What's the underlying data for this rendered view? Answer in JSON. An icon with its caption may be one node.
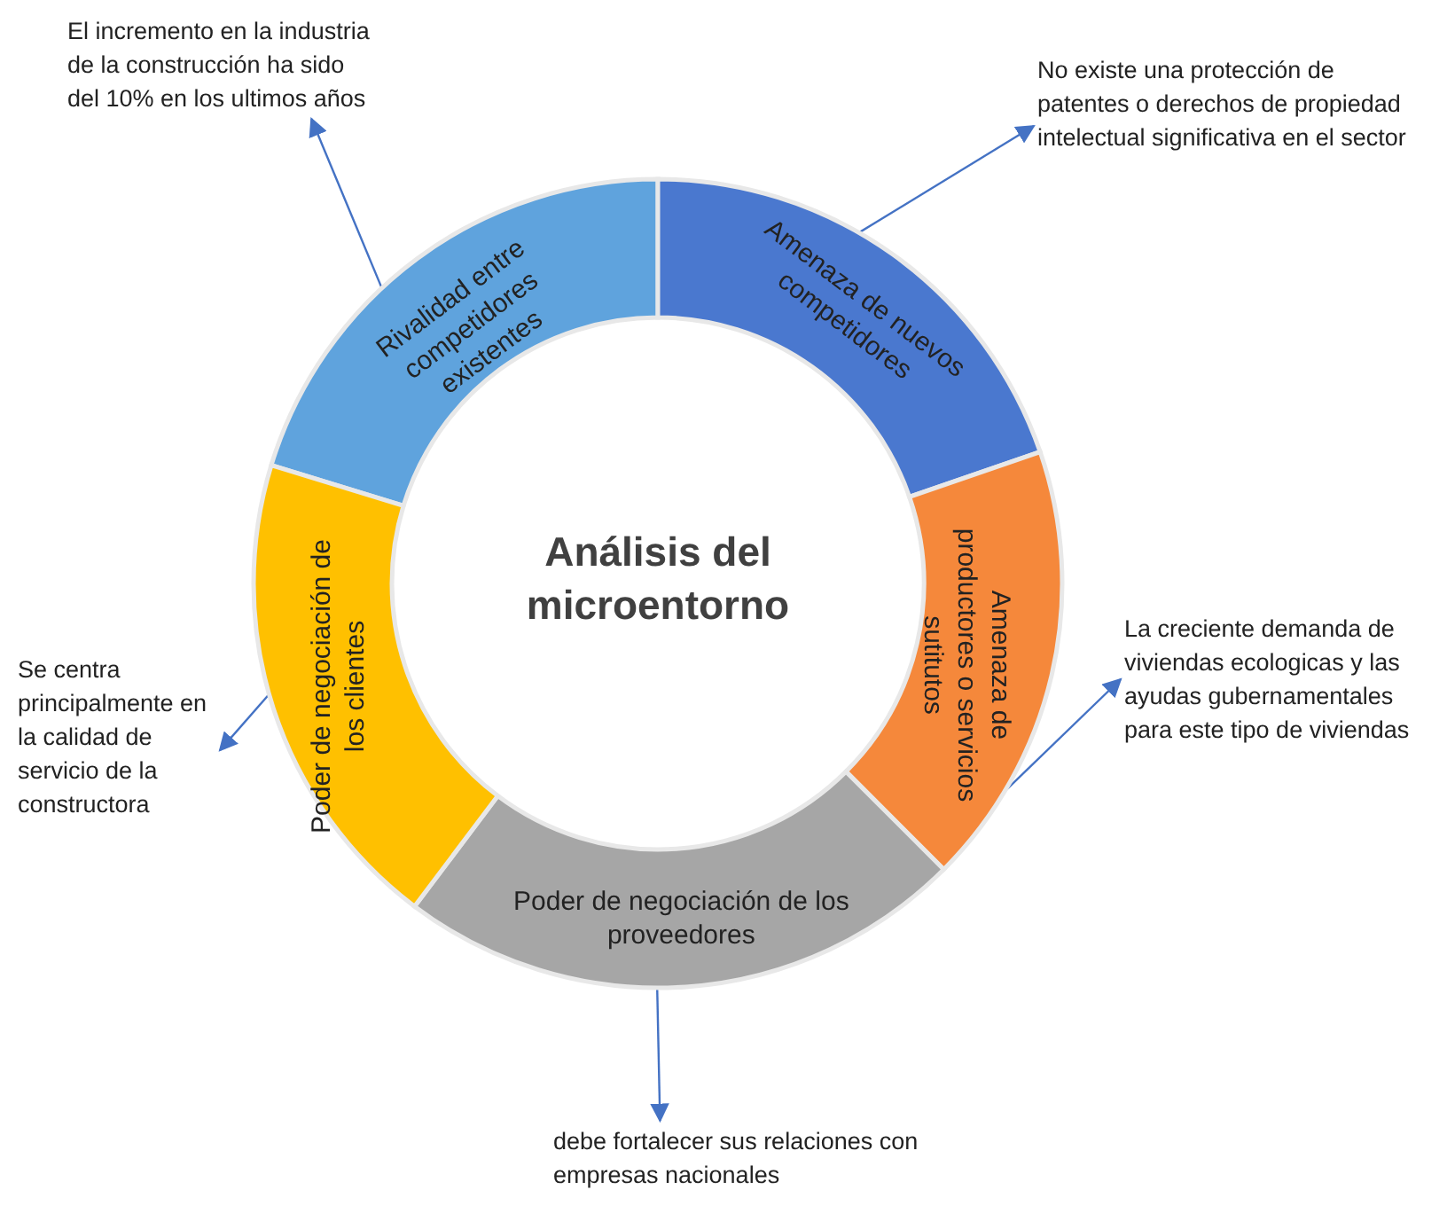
{
  "diagram": {
    "nodes": [
      {
        "text": [
          "Análisis del microentorno"
        ]
      },
      {
        "text": [
          "Rivalidad entre competidores existentes"
        ]
      },
      {
        "text": [
          "Amenaza de nuevos competidores"
        ]
      },
      {
        "text": [
          "Amenaza de productores o servicios sutitutos"
        ]
      },
      {
        "text": [
          "Poder de negociación de los proveedores"
        ]
      },
      {
        "text": [
          "Poder de negociación de los clientes"
        ]
      },
      {
        "text": [
          "El incremento en la industria de la construcción ha sido del 10% en los ultimos años"
        ]
      },
      {
        "text": [
          "No existe una protección de patentes o derechos de propiedad intelectual significativa en el sector"
        ]
      },
      {
        "text": [
          "La creciente demanda de viviendas ecologicas y las ayudas gubernamentales para este tipo de viviendas"
        ]
      },
      {
        "text": [
          "Se centra principalmente en la calidad de servicio de la constructora"
        ]
      },
      {
        "text": [
          "debe fortalecer sus relaciones con empresas nacionales"
        ]
      }
    ],
    "edges": [
      {
        "from": 1,
        "to": 6,
        "arrow": "to"
      },
      {
        "from": 2,
        "to": 7,
        "arrow": "to"
      },
      {
        "from": 3,
        "to": 8,
        "arrow": "to"
      },
      {
        "from": 5,
        "to": 9,
        "arrow": "to"
      },
      {
        "from": 4,
        "to": 10,
        "arrow": "to"
      }
    ]
  }
}
